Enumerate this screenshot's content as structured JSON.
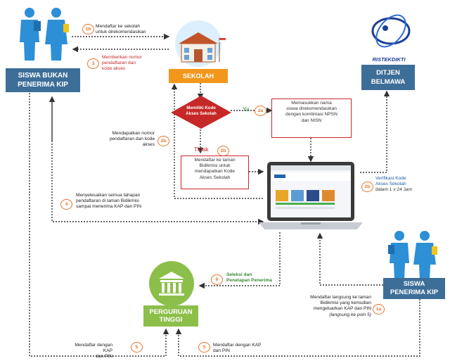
{
  "actors": {
    "siswa_bukan_kip": [
      "SISWA BUKAN",
      "PENERIMA KIP"
    ],
    "siswa_kip": [
      "SISWA",
      "PENERIMA KIP"
    ],
    "sekolah": "SEKOLAH",
    "ditjen": [
      "DITJEN",
      "BELMAWA"
    ],
    "perguruan_tinggi": [
      "PERGURUAN",
      "TINGGI"
    ],
    "ristekdikti_logo": "RISTEKDIKTI"
  },
  "steps": {
    "s1b": {
      "num": "1b",
      "lines": [
        "Mendaftar ke sekolah",
        "untuk direkomendasikan"
      ]
    },
    "s3": {
      "num": "3",
      "lines": [
        "Memberikan nomor",
        "pendaftaran dan",
        "kode akses"
      ]
    },
    "s2a": {
      "num": "2a",
      "yes": "Ya"
    },
    "decision": [
      "Memiliki Kode",
      "Akses Sekolah"
    ],
    "s2b_left": {
      "num": "2b",
      "lines": [
        "Mendapatkan nomor",
        "pendaftaran dan kode",
        "akses"
      ]
    },
    "s2b_mid": {
      "num": "2b",
      "no": "Tidak"
    },
    "box_nisn": [
      "Memasukkan nama",
      "siswa direkomendasikan",
      "dengan kombinasi NPSN",
      "dan NISN"
    ],
    "box_kode": [
      "Mendaftar ke laman",
      "Bidikmisi untuk",
      "mendapatkan Kode",
      "Akses Sekolah"
    ],
    "s4": {
      "num": "4",
      "lines": [
        "Menyelesaikan semua tahapan",
        "pendaftaran di laman Bidikmisi",
        "sampai menerima KAP dan PIN"
      ]
    },
    "s2b_right": {
      "num": "2b",
      "lines": [
        "Verifikasi Kode",
        "Akses Sekolah",
        "dalam 1 x 24 Jam"
      ]
    },
    "s6": {
      "num": "6",
      "lines": [
        "Seleksi dan",
        "Penetapan Penerima"
      ]
    },
    "s1a": {
      "num": "1a",
      "lines": [
        "Mendaftar langsung ke laman",
        "Bidikmisi yang kemudian",
        "mengeluarkan KAP dan PIN",
        "(langsung ke poin 5)"
      ]
    },
    "s5_left": {
      "num": "5",
      "lines": [
        "Mendaftar dengan KAP",
        "dan PIN"
      ]
    },
    "s5_right": {
      "num": "5",
      "lines": [
        "Mendaftar dengan KAP",
        "dan PIN"
      ]
    }
  },
  "colors": {
    "blue_box": "#3d6e98",
    "orange_box": "#f2971c",
    "green_box": "#8cbf4a",
    "decision_red": "#c62828",
    "badge_orange": "#e8762c",
    "arrow": "#333333"
  }
}
